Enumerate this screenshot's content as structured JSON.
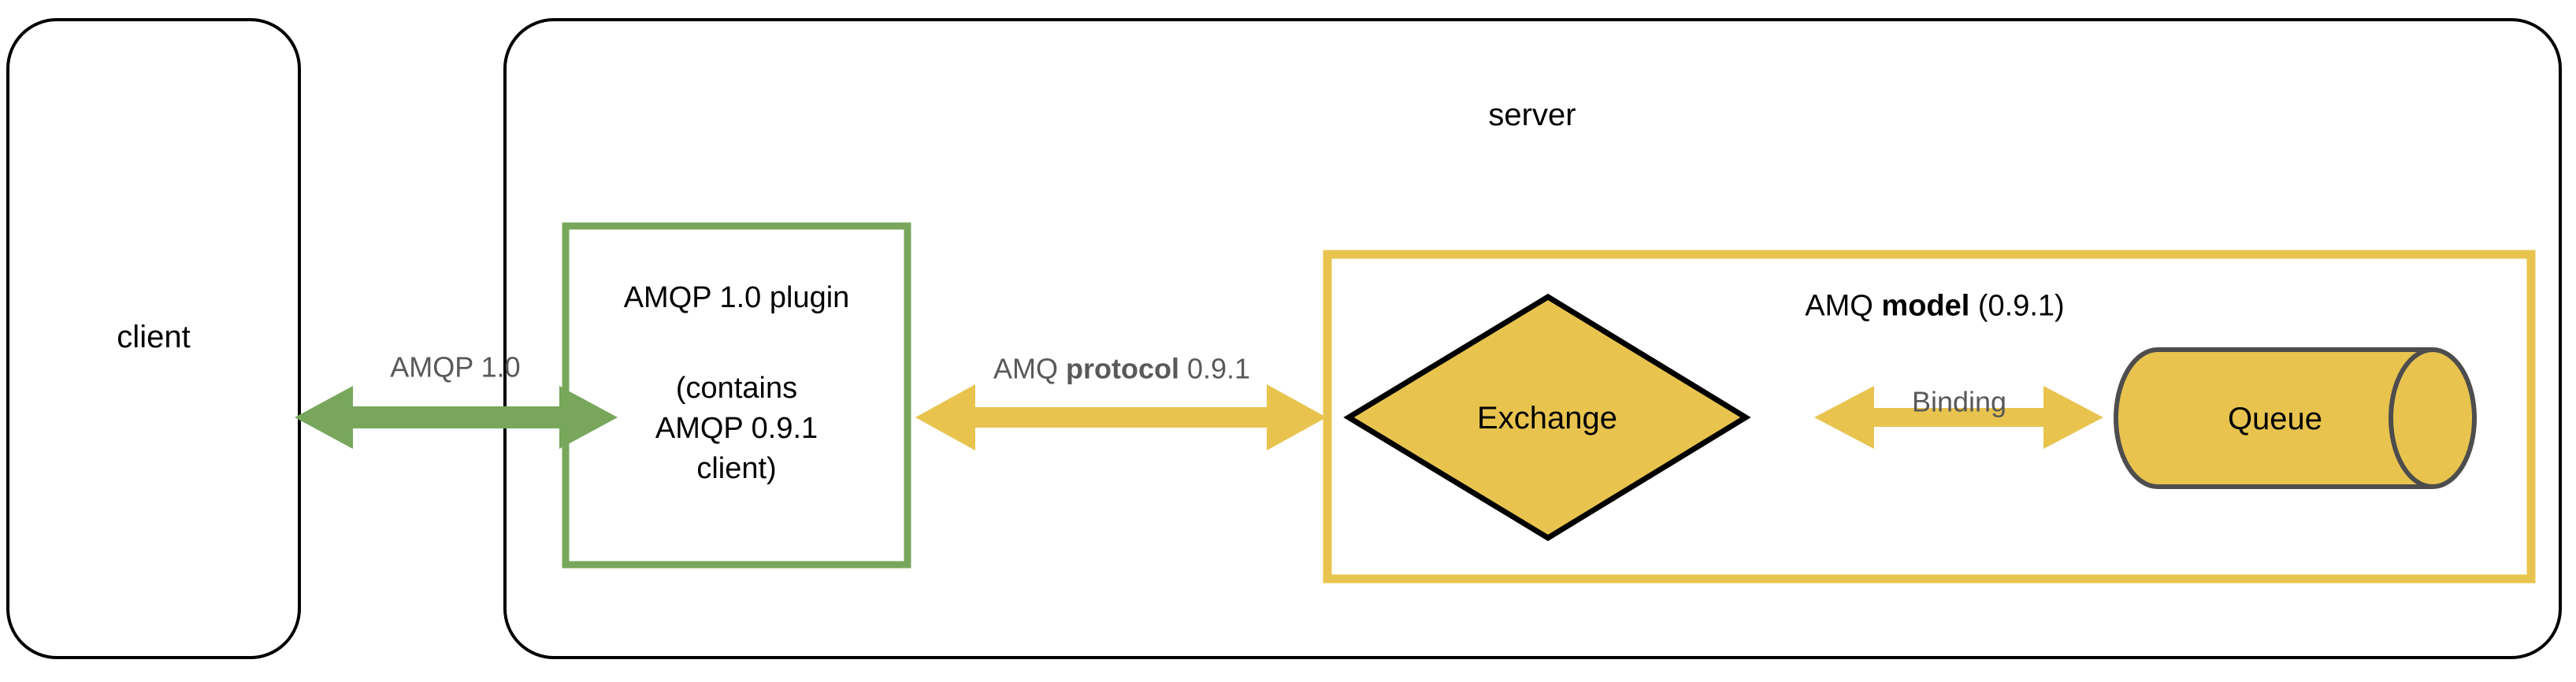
{
  "diagram": {
    "title": "AMQP 1.0 plugin / AMQ model architecture",
    "type": "block-diagram",
    "colors": {
      "green": "#78A75C",
      "yellow_border": "#E8C44F",
      "yellow_fill": "#E8C44F",
      "shape_fill": "#E8C44F",
      "shape_stroke_dark": "#4D4D4D",
      "shape_stroke_black": "#000000",
      "label_gray": "#595959",
      "label_black": "#000000",
      "background": "#FFFFFF"
    }
  },
  "nodes": {
    "client_box": {
      "label": "client",
      "shape": "rounded-rectangle",
      "stroke": "#000000",
      "fill": "none"
    },
    "server_box": {
      "label": "server",
      "shape": "rounded-rectangle",
      "stroke": "#000000",
      "fill": "none"
    },
    "plugin_box": {
      "line1": "AMQP 1.0 plugin",
      "line2": "(contains",
      "line3": "AMQP 0.9.1",
      "line4": "client)",
      "shape": "rectangle",
      "stroke": "#78A75C",
      "fill": "none"
    },
    "model_box": {
      "label_prefix": "AMQ ",
      "label_bold": "model",
      "label_suffix": " (0.9.1)",
      "shape": "rectangle",
      "stroke": "#E8C44F",
      "fill": "none"
    },
    "exchange": {
      "label": "Exchange",
      "shape": "diamond",
      "stroke": "#000000",
      "fill": "#E8C44F"
    },
    "queue": {
      "label": "Queue",
      "shape": "cylinder",
      "stroke": "#4D4D4D",
      "fill": "#E8C44F"
    }
  },
  "edges": [
    {
      "id": "client-to-plugin",
      "label": "AMQP 1.0",
      "color": "#78A75C",
      "direction": "bidirectional",
      "from": "client_box",
      "to": "plugin_box"
    },
    {
      "id": "plugin-to-model",
      "label_prefix": "AMQ ",
      "label_bold": "protocol",
      "label_suffix": " 0.9.1",
      "color": "#E8C44F",
      "direction": "bidirectional",
      "from": "plugin_box",
      "to": "model_box"
    },
    {
      "id": "exchange-to-queue",
      "label": "Binding",
      "color": "#E8C44F",
      "direction": "bidirectional",
      "from": "exchange",
      "to": "queue"
    }
  ]
}
